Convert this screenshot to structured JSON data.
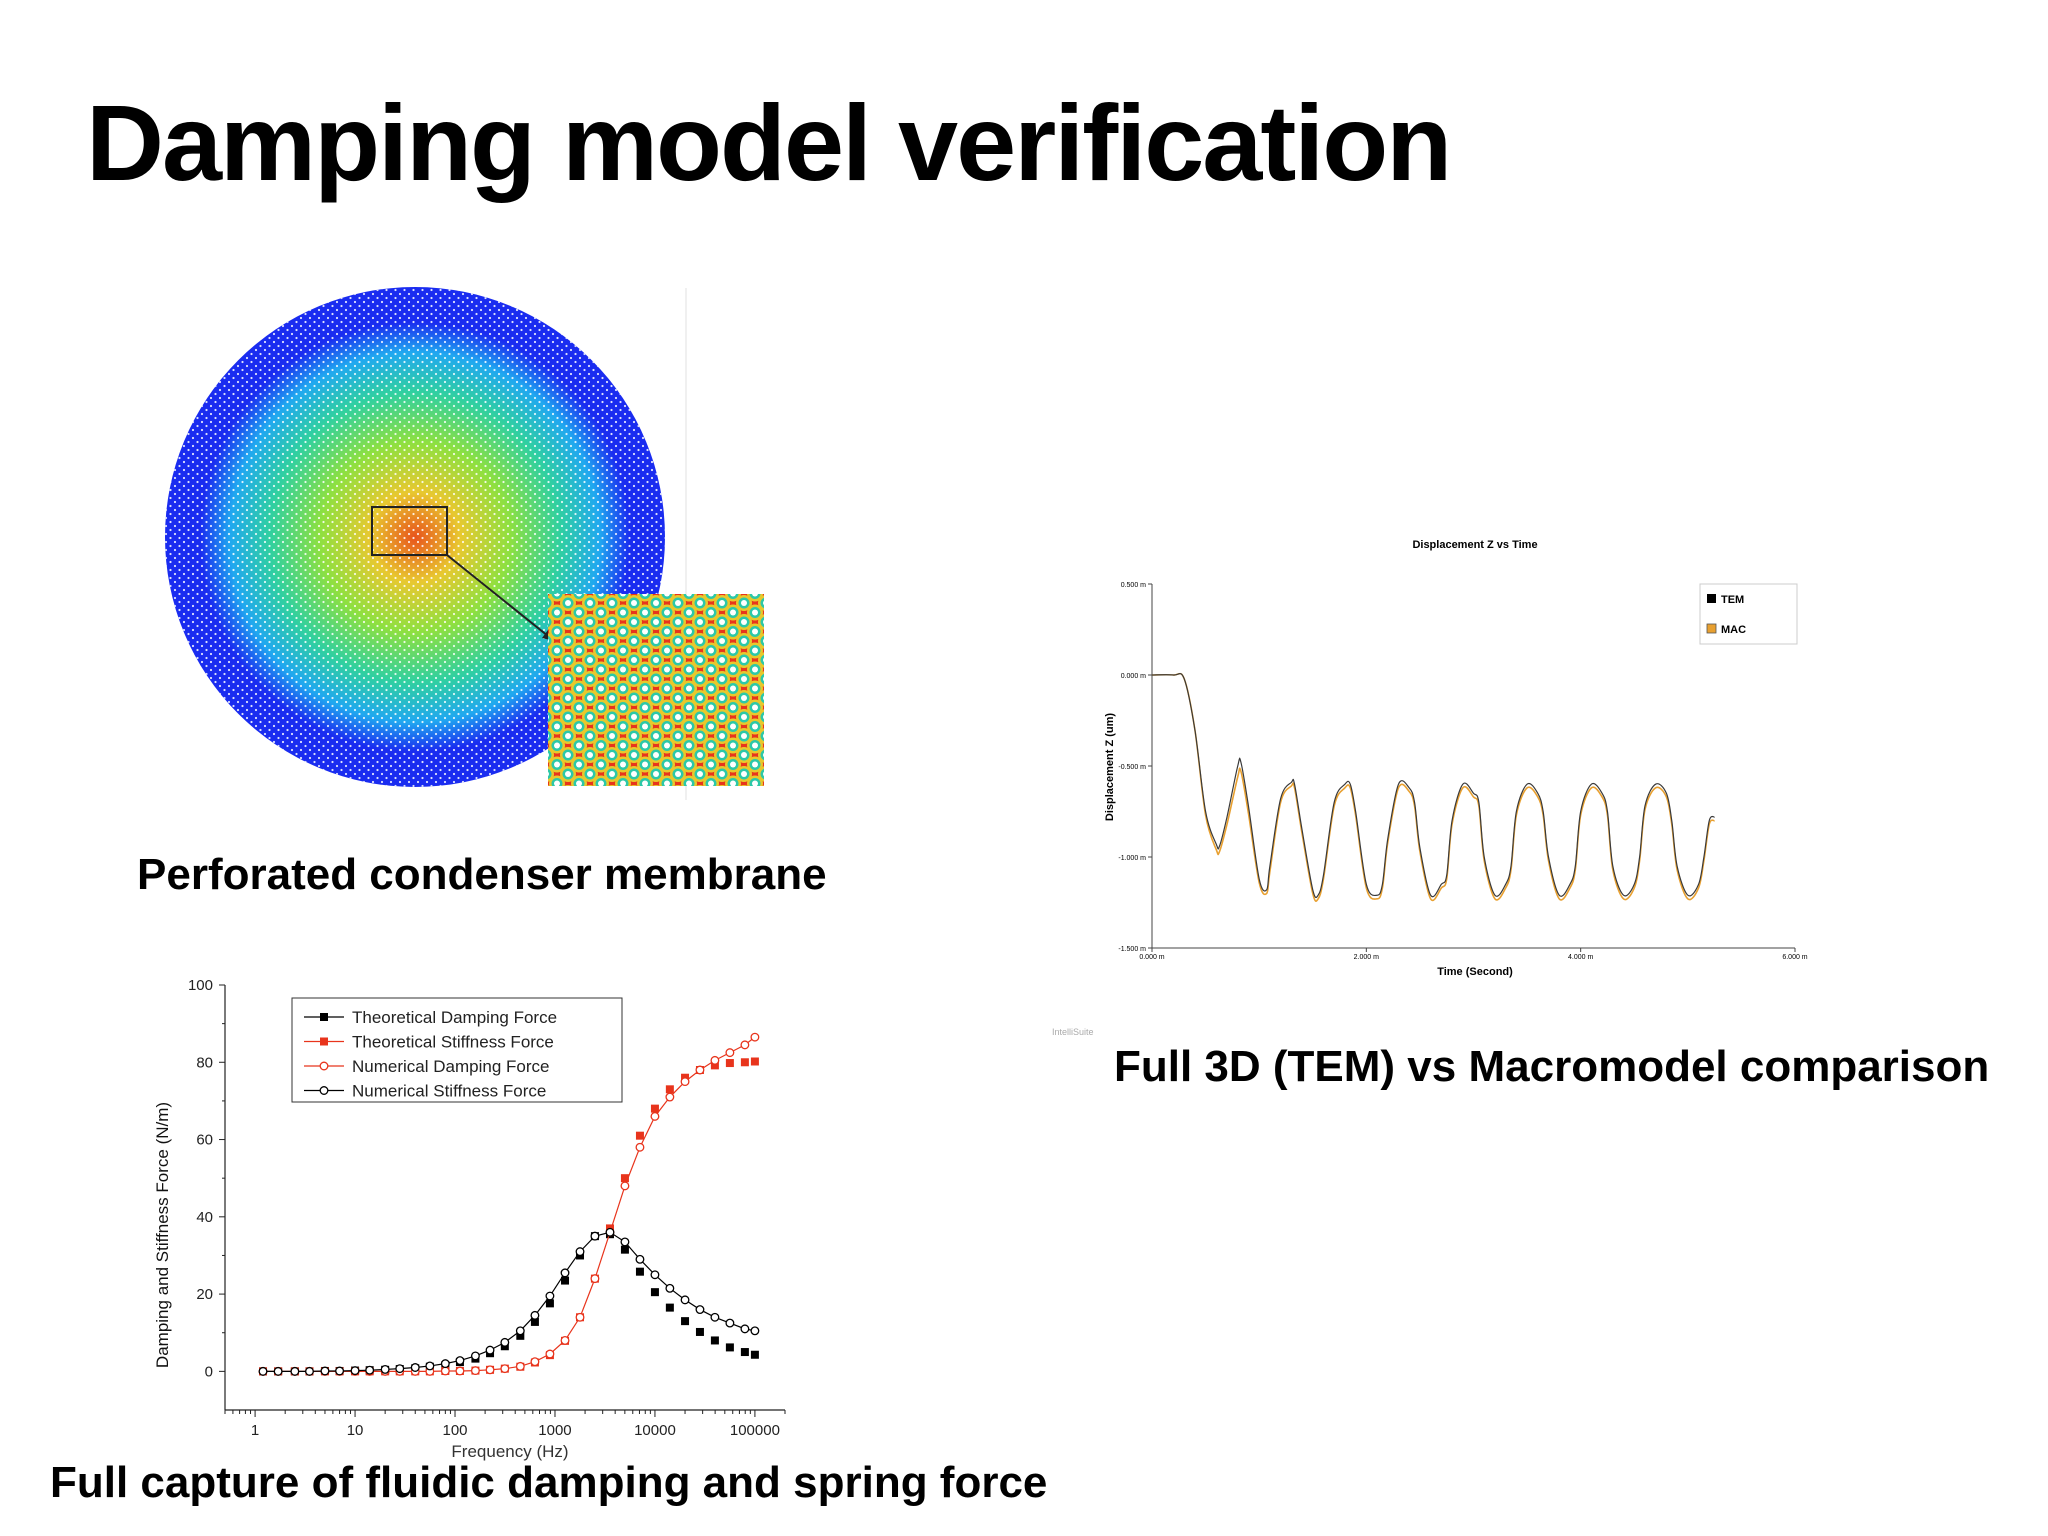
{
  "slide": {
    "title": "Damping model verification",
    "caption_membrane": "Perforated condenser membrane",
    "caption_comparison": "Full 3D (TEM) vs Macromodel comparison",
    "caption_capture": "Full capture of fluidic damping and spring force",
    "watermark": "IntelliSuite"
  },
  "colors": {
    "mac": "#e8a030",
    "tem": "#000000",
    "numerical_red": "#e8341c",
    "membrane_blue": "#1a2cf0"
  },
  "chart_data": [
    {
      "type": "line",
      "title": "Displacement Z vs Time",
      "xlabel": "Time (Second)",
      "ylabel": "Displacement Z (um)",
      "xlim": [
        0,
        0.006
      ],
      "ylim": [
        -1.5,
        0.5
      ],
      "x_ticks": [
        "0.000 m",
        "2.000 m",
        "4.000 m",
        "6.000 m"
      ],
      "y_ticks": [
        "0.500 m",
        "0.000 m",
        "-0.500 m",
        "-1.000 m",
        "-1.500 m"
      ],
      "legend": "top-right",
      "series": [
        {
          "name": "TEM",
          "color": "#000000",
          "x": [
            0,
            0.0002,
            0.0003,
            0.0004,
            0.0005,
            0.0006,
            0.00063,
            0.0007,
            0.0008,
            0.00083,
            0.0009,
            0.001,
            0.00107,
            0.0011,
            0.0012,
            0.0013,
            0.00133,
            0.0014,
            0.0015,
            0.00155,
            0.0016,
            0.0017,
            0.0018,
            0.00185,
            0.0019,
            0.002,
            0.0021,
            0.00215,
            0.0022,
            0.0023,
            0.0024,
            0.00245,
            0.0025,
            0.0026,
            0.0027,
            0.00275,
            0.0028,
            0.0029,
            0.003,
            0.00305,
            0.0031,
            0.0032,
            0.0033,
            0.00335,
            0.0034,
            0.0035,
            0.0036,
            0.00365,
            0.0037,
            0.0038,
            0.0039,
            0.00395,
            0.004,
            0.0041,
            0.0042,
            0.00425,
            0.0043,
            0.0044,
            0.0045,
            0.00455,
            0.0046,
            0.0047,
            0.0048,
            0.00485,
            0.0049,
            0.005,
            0.0051,
            0.00515,
            0.0052,
            0.00525
          ],
          "y": [
            0,
            0,
            -0.02,
            -0.3,
            -0.75,
            -0.93,
            -0.94,
            -0.78,
            -0.5,
            -0.48,
            -0.72,
            -1.12,
            -1.18,
            -1.05,
            -0.68,
            -0.59,
            -0.6,
            -0.85,
            -1.18,
            -1.21,
            -1.1,
            -0.7,
            -0.6,
            -0.6,
            -0.75,
            -1.15,
            -1.21,
            -1.15,
            -0.9,
            -0.6,
            -0.62,
            -0.7,
            -0.95,
            -1.21,
            -1.15,
            -1.1,
            -0.8,
            -0.6,
            -0.65,
            -0.7,
            -1.0,
            -1.21,
            -1.15,
            -1.05,
            -0.75,
            -0.6,
            -0.65,
            -0.75,
            -1.0,
            -1.21,
            -1.15,
            -1.05,
            -0.75,
            -0.6,
            -0.65,
            -0.75,
            -1.05,
            -1.21,
            -1.15,
            -1.0,
            -0.72,
            -0.6,
            -0.65,
            -0.8,
            -1.05,
            -1.21,
            -1.15,
            -1.0,
            -0.8,
            -0.78
          ]
        },
        {
          "name": "MAC",
          "color": "#e8a030",
          "x": [
            0,
            0.0002,
            0.0003,
            0.0004,
            0.0005,
            0.0006,
            0.00063,
            0.0007,
            0.0008,
            0.00083,
            0.0009,
            0.001,
            0.00107,
            0.0011,
            0.0012,
            0.0013,
            0.00133,
            0.0014,
            0.0015,
            0.00155,
            0.0016,
            0.0017,
            0.0018,
            0.00185,
            0.0019,
            0.002,
            0.0021,
            0.00215,
            0.0022,
            0.0023,
            0.0024,
            0.00245,
            0.0025,
            0.0026,
            0.0027,
            0.00275,
            0.0028,
            0.0029,
            0.003,
            0.00305,
            0.0031,
            0.0032,
            0.0033,
            0.00335,
            0.0034,
            0.0035,
            0.0036,
            0.00365,
            0.0037,
            0.0038,
            0.0039,
            0.00395,
            0.004,
            0.0041,
            0.0042,
            0.00425,
            0.0043,
            0.0044,
            0.0045,
            0.00455,
            0.0046,
            0.0047,
            0.0048,
            0.00485,
            0.0049,
            0.005,
            0.0051,
            0.00515,
            0.0052,
            0.00525
          ],
          "y": [
            0,
            0,
            -0.02,
            -0.3,
            -0.77,
            -0.96,
            -0.97,
            -0.82,
            -0.56,
            -0.53,
            -0.76,
            -1.14,
            -1.2,
            -1.08,
            -0.7,
            -0.61,
            -0.62,
            -0.87,
            -1.2,
            -1.23,
            -1.12,
            -0.72,
            -0.62,
            -0.62,
            -0.77,
            -1.17,
            -1.23,
            -1.17,
            -0.92,
            -0.62,
            -0.64,
            -0.72,
            -0.97,
            -1.23,
            -1.17,
            -1.12,
            -0.82,
            -0.62,
            -0.67,
            -0.72,
            -1.02,
            -1.23,
            -1.17,
            -1.07,
            -0.77,
            -0.62,
            -0.67,
            -0.77,
            -1.02,
            -1.23,
            -1.17,
            -1.07,
            -0.77,
            -0.62,
            -0.67,
            -0.77,
            -1.07,
            -1.23,
            -1.17,
            -1.02,
            -0.74,
            -0.62,
            -0.67,
            -0.82,
            -1.07,
            -1.23,
            -1.17,
            -1.02,
            -0.82,
            -0.8
          ]
        }
      ]
    },
    {
      "type": "scatter",
      "xlabel": "Frequency (Hz)",
      "ylabel": "Damping and Stiffness Force (N/m)",
      "x_scale": "log",
      "xlim": [
        0.5,
        200000
      ],
      "ylim": [
        -10,
        100
      ],
      "x_ticks": [
        "1",
        "10",
        "100",
        "1000",
        "10000",
        "100000"
      ],
      "y_ticks": [
        "0",
        "20",
        "40",
        "60",
        "80",
        "100"
      ],
      "legend": "top-left",
      "x": [
        1.2,
        1.7,
        2.5,
        3.5,
        5,
        7,
        10,
        14,
        20,
        28,
        40,
        56,
        80,
        112,
        160,
        224,
        315,
        450,
        630,
        890,
        1260,
        1780,
        2510,
        3550,
        5010,
        7080,
        10000,
        14100,
        20000,
        28200,
        39800,
        56200,
        79400,
        100000
      ],
      "series": [
        {
          "name": "Theoretical Damping Force",
          "color": "#000000",
          "marker": "filled-square",
          "values": [
            0,
            0,
            0,
            0,
            0.1,
            0.1,
            0.2,
            0.3,
            0.4,
            0.6,
            0.8,
            1.2,
            1.6,
            2.4,
            3.3,
            4.7,
            6.5,
            9.2,
            12.8,
            17.6,
            23.5,
            30,
            35,
            35.5,
            31.5,
            25.8,
            20.5,
            16.5,
            13,
            10.2,
            8,
            6.2,
            5,
            4.3
          ]
        },
        {
          "name": "Theoretical Stiffness Force",
          "color": "#e8341c",
          "marker": "filled-square",
          "values": [
            0,
            0,
            0,
            0,
            0,
            0,
            0,
            0,
            0,
            0,
            0,
            0,
            0.1,
            0.1,
            0.2,
            0.4,
            0.7,
            1.2,
            2.3,
            4.2,
            7.9,
            14,
            24,
            37,
            50,
            61,
            68,
            73,
            76,
            78,
            79.2,
            79.8,
            80,
            80.2
          ]
        },
        {
          "name": "Numerical Damping Force",
          "color": "#e8341c",
          "marker": "open-circle",
          "values": [
            0,
            0,
            0,
            0,
            0,
            0,
            0,
            0,
            0,
            0,
            0,
            0,
            0.1,
            0.1,
            0.2,
            0.4,
            0.7,
            1.3,
            2.5,
            4.5,
            8,
            14,
            24,
            36,
            48,
            58,
            66,
            71,
            75,
            78,
            80.5,
            82.5,
            84.5,
            86.5
          ]
        },
        {
          "name": "Numerical Stiffness Force",
          "color": "#000000",
          "marker": "open-circle",
          "values": [
            0,
            0,
            0,
            0,
            0.1,
            0.1,
            0.2,
            0.3,
            0.5,
            0.7,
            1,
            1.4,
            2,
            2.8,
            4,
            5.5,
            7.5,
            10.5,
            14.5,
            19.5,
            25.5,
            31,
            35,
            36,
            33.5,
            29,
            25,
            21.5,
            18.5,
            16,
            14,
            12.5,
            11,
            10.5
          ]
        }
      ]
    }
  ]
}
